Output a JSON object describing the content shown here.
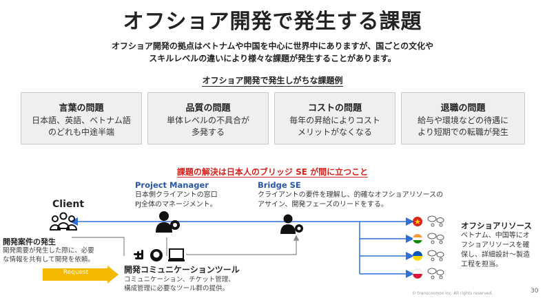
{
  "title": "オフショア開発で発生する課題",
  "subtitle": [
    "オフショア開発の拠点はベトナムや中国を中心に世界中にありますが、国ごとの文化や",
    "スキルレベルの違いにより様々な課題が発生することがあります。"
  ],
  "examples_heading": "オフショア開発で発生しがちな課題例",
  "cards": [
    {
      "title": "言葉の問題",
      "lines": [
        "日本語、英語、ベトナム語",
        "のどれも中途半端"
      ]
    },
    {
      "title": "品質の問題",
      "lines": [
        "単体レベルの不具合が",
        "多発する"
      ]
    },
    {
      "title": "コストの問題",
      "lines": [
        "毎年の昇給によりコスト",
        "メリットがなくなる"
      ]
    },
    {
      "title": "退職の問題",
      "lines": [
        "給与や環境などの待遇に",
        "より短期での転職が発生"
      ]
    }
  ],
  "solution_heading": "課題の解決は日本人のブリッジ SE が間に立つこと",
  "project_manager": {
    "title": "Project Manager",
    "lines": [
      "日本側クライアントの窓口",
      "PJ全体のマネージメント。"
    ]
  },
  "bridge_se": {
    "title": "Bridge SE",
    "lines": [
      "クライアントの要件を理解し、的確なオフショアリソースの",
      "アサイン、開発フェーズのリードをする。"
    ]
  },
  "client": {
    "label": "Client"
  },
  "dev_case": {
    "title": "開発案件の発生",
    "lines": [
      "開発需要が発生した際に、必要",
      "な情報を共有して開発を依頼。"
    ]
  },
  "request_label": "Request",
  "tools": {
    "title": "開発コミュニケーションツール",
    "lines": [
      "コミュニケーション、チケット管理、",
      "構成管理に必要なツール群の提供。"
    ]
  },
  "offshore": {
    "title": "オフショアリソース",
    "lines": [
      "ベトナム、中国等にオ",
      "フショアリソースを確",
      "保し、詳細設計〜製造",
      "工程を担当。"
    ]
  },
  "flags": [
    "vietnam-flag",
    "india-flag",
    "ukraine-flag",
    "poland-flag"
  ],
  "colors": {
    "accent_blue": "#2a56a4",
    "arrow_blue": "#2f6fd6",
    "red": "#d6201b",
    "request_orange": "#f5b800"
  },
  "footer": "© transcosmos inc. All rights reserved.",
  "page_number": "30"
}
